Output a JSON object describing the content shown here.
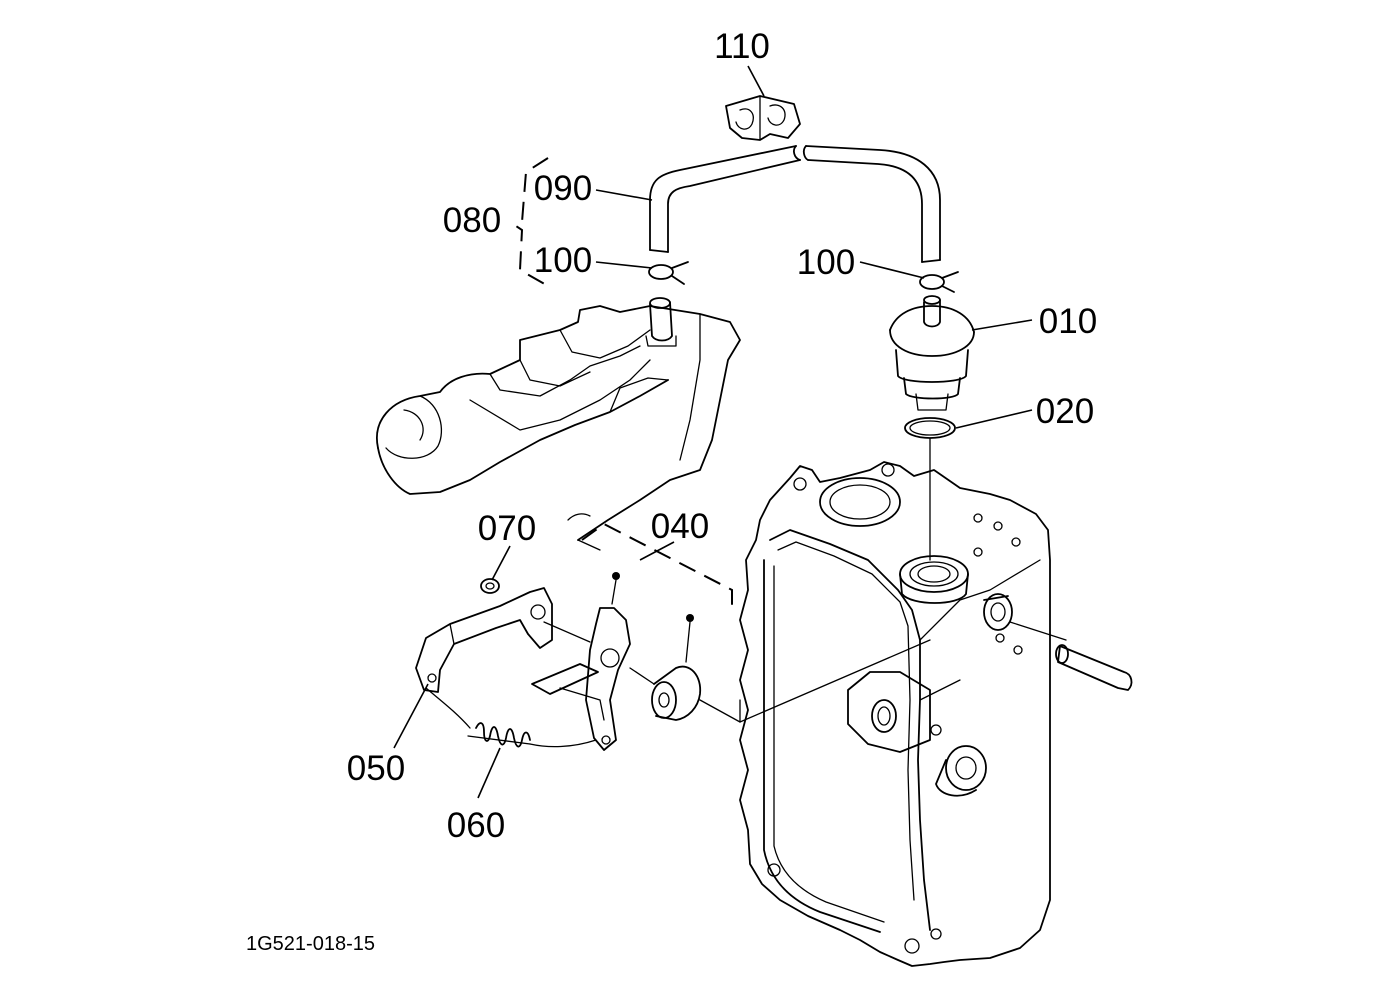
{
  "diagram": {
    "drawing_code": "1G521-018-15",
    "labels": {
      "p110": "110",
      "p090": "090",
      "p080": "080",
      "p100_left": "100",
      "p100_right": "100",
      "p010": "010",
      "p020": "020",
      "p040": "040",
      "p070": "070",
      "p050": "050",
      "p060": "060"
    }
  }
}
